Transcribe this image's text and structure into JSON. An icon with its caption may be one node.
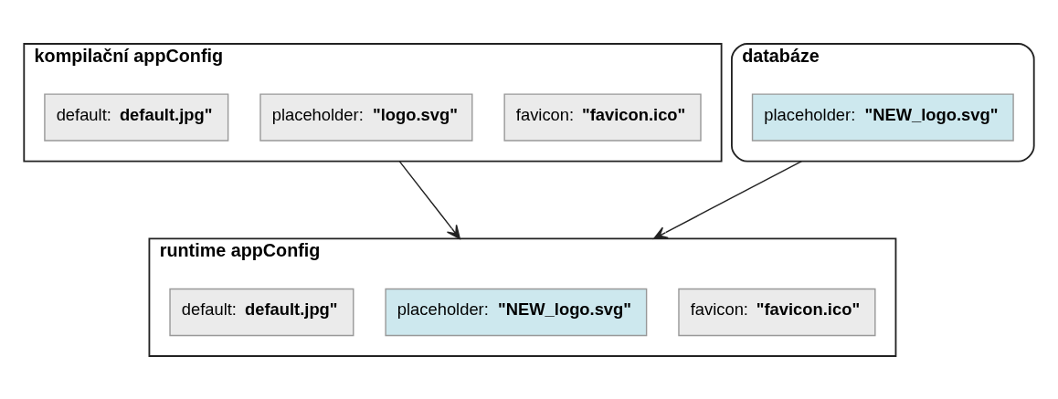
{
  "diagram": {
    "nodes": [
      {
        "text": [
          "kompilační appConfig"
        ]
      },
      {
        "text": [
          "default: **default.jpg\"**"
        ],
        "in": 0
      },
      {
        "text": [
          "placeholder: **\"logo.svg\"**"
        ],
        "in": 0
      },
      {
        "text": [
          "favicon: **\"favicon.ico\"**"
        ],
        "in": 0
      },
      {
        "text": [
          "runtime appConfig"
        ]
      },
      {
        "text": [
          "default: **default.jpg\"**"
        ],
        "in": 4
      },
      {
        "text": [
          "placeholder: **\"NEW_logo.svg\"**"
        ],
        "in": 4
      },
      {
        "text": [
          "favicon: **\"favicon.ico\"**"
        ],
        "in": 4
      },
      {
        "text": [
          "databáze"
        ]
      },
      {
        "text": [
          "placeholder: **\"NEW_logo.svg\"**"
        ],
        "in": 8
      }
    ],
    "edges": [
      {
        "from": 0,
        "to": 4,
        "arrow": "to"
      },
      {
        "from": 8,
        "to": 4,
        "arrow": "to"
      }
    ]
  }
}
